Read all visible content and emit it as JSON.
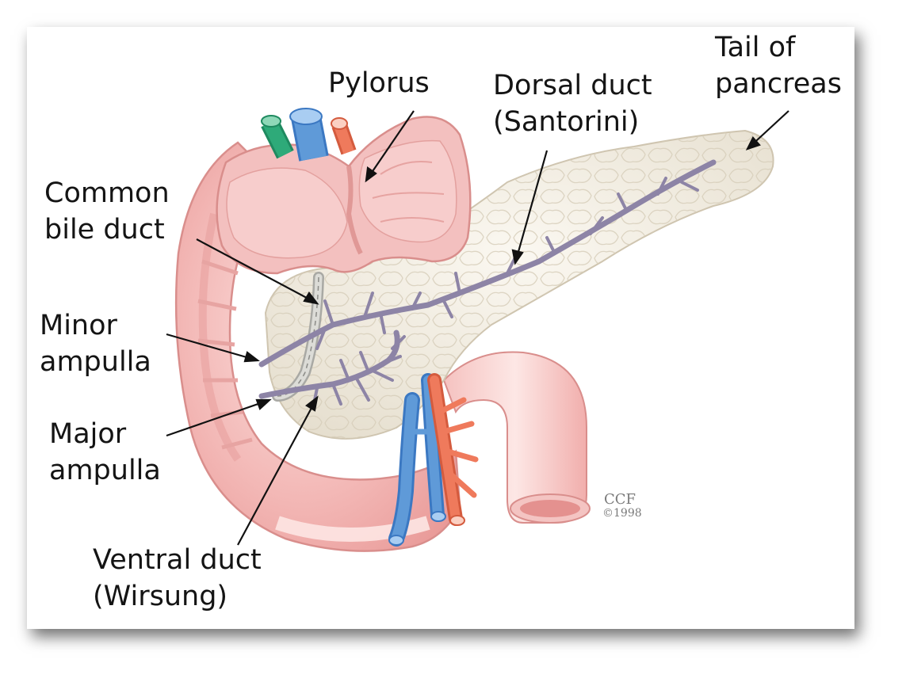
{
  "labels": {
    "pylorus": "Pylorus",
    "dorsal_duct": [
      "Dorsal duct",
      "(Santorini)"
    ],
    "tail_of_pancreas": [
      "Tail of",
      "pancreas"
    ],
    "common_bile_duct": [
      "Common",
      "bile duct"
    ],
    "minor_ampulla": [
      "Minor",
      "ampulla"
    ],
    "major_ampulla": [
      "Major",
      "ampulla"
    ],
    "ventral_duct": [
      "Ventral duct",
      "(Wirsung)"
    ]
  },
  "credit": {
    "line1": "CCF",
    "line2": "©1998"
  },
  "colors": {
    "duodenum": "#f2b5b3",
    "stomach": "#f0b9b8",
    "pancreas": "#f3eee3",
    "duct": "#8d84a6",
    "bile_duct": "#d9d9d4",
    "vein": "#5f9ad8",
    "artery": "#ef7a5c",
    "green_vessel": "#2eaa79"
  }
}
